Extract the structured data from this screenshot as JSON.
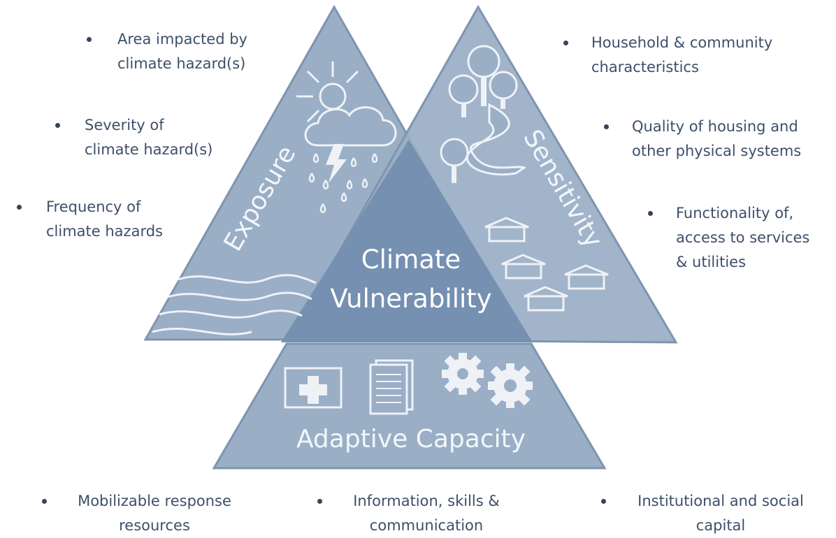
{
  "colors": {
    "triangle_fill": "#9aaec6",
    "triangle_stroke": "#7f94ae",
    "center_fill": "#7590b0",
    "icon_color": "#eef2f7",
    "text_color": "#3e4f6a"
  },
  "labels": {
    "exposure": "Exposure",
    "sensitivity": "Sensitivity",
    "adaptive_capacity": "Adaptive Capacity",
    "center_line1": "Climate",
    "center_line2": "Vulnerability"
  },
  "exposure_bullets": [
    {
      "line1": "Area impacted by",
      "line2": "climate hazard(s)"
    },
    {
      "line1": "Severity of",
      "line2": "climate hazard(s)"
    },
    {
      "line1": "Frequency of",
      "line2": "climate hazards"
    }
  ],
  "sensitivity_bullets": [
    {
      "line1": "Household & community",
      "line2": "characteristics"
    },
    {
      "line1": "Quality of housing and",
      "line2": "other physical systems"
    },
    {
      "line1": "Functionality of,",
      "line2": "access to services",
      "line3": "& utilities"
    }
  ],
  "capacity_bullets": [
    {
      "line1": "Mobilizable  response",
      "line2": "resources"
    },
    {
      "line1": "Information, skills &",
      "line2": "communication"
    },
    {
      "line1": "Institutional and social",
      "line2": "capital"
    }
  ],
  "icons": [
    "sun-icon",
    "storm-cloud-icon",
    "lightning-icon",
    "rain-icon",
    "waves-icon",
    "trees-icon",
    "river-icon",
    "house-icon",
    "first-aid-kit-icon",
    "documents-icon",
    "gears-icon"
  ]
}
